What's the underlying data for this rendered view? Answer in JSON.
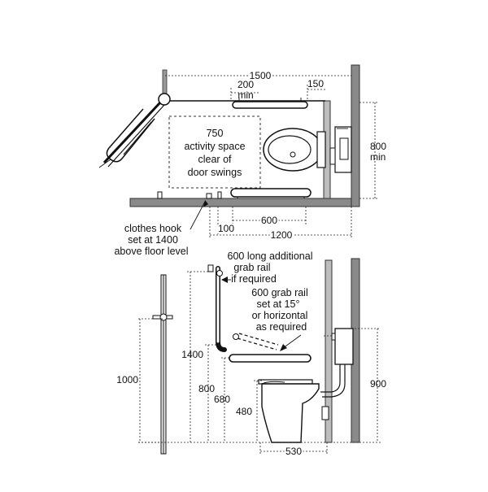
{
  "plan": {
    "dims": {
      "overall_width": "1500",
      "min_200": "200",
      "min_label": "min",
      "right_150": "150",
      "depth_800": "800",
      "depth_min": "min",
      "rail_600": "600",
      "offset_100": "100",
      "basin_1200": "1200"
    },
    "activity_space": [
      "750",
      "activity space",
      "clear of",
      "door swings"
    ]
  },
  "notes": {
    "clothes_hook": [
      "clothes hook",
      "set at 1400",
      "above floor level"
    ],
    "additional_rail": [
      "600 long additional",
      "grab rail",
      "if required"
    ],
    "angled_rail": [
      "600 grab rail",
      "set at 15°",
      "or horizontal",
      "as required"
    ]
  },
  "elevation": {
    "dims": {
      "h_1000": "1000",
      "h_1400": "1400",
      "h_800": "800",
      "h_680": "680",
      "h_480": "480",
      "h_900": "900",
      "w_530": "530"
    }
  },
  "colors": {
    "wall_fill": "#8a8a8a",
    "line": "#111111"
  }
}
